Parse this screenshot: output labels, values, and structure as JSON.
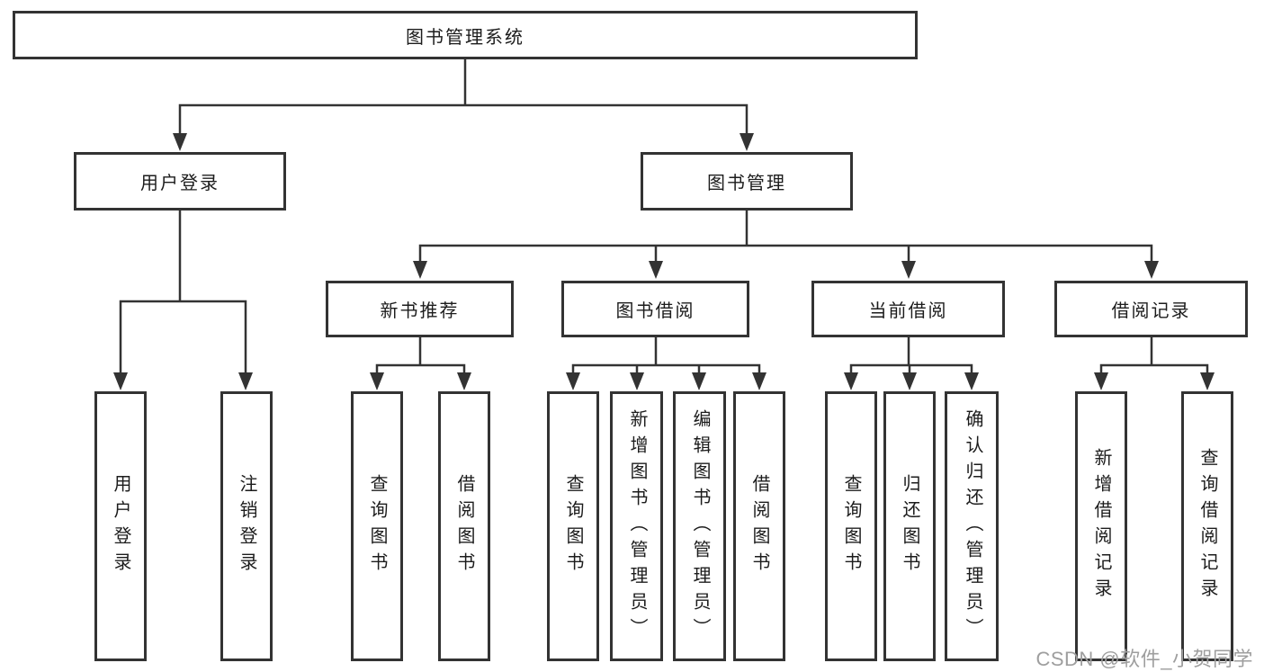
{
  "diagram": {
    "root": {
      "label": "图书管理系统"
    },
    "branches": {
      "user_login": {
        "label": "用户登录",
        "children": [
          "用户登录",
          "注销登录"
        ]
      },
      "book_management": {
        "label": "图书管理",
        "sections": {
          "new_book_recommend": {
            "label": "新书推荐",
            "children": [
              "查询图书",
              "借阅图书"
            ]
          },
          "book_borrowing": {
            "label": "图书借阅",
            "children": [
              "查询图书",
              "新增图书（管理员）",
              "编辑图书（管理员）",
              "借阅图书"
            ]
          },
          "current_borrowing": {
            "label": "当前借阅",
            "children": [
              "查询图书",
              "归还图书",
              "确认归还（管理员）"
            ]
          },
          "borrowing_records": {
            "label": "借阅记录",
            "children": [
              "新增借阅记录",
              "查询借阅记录"
            ]
          }
        }
      }
    }
  },
  "watermark": {
    "text": "CSDN @软件_小贺同学"
  },
  "colors": {
    "line": "#333333",
    "text": "#1c1c1c",
    "watermark": "#9e9e9e",
    "background": "#ffffff"
  }
}
